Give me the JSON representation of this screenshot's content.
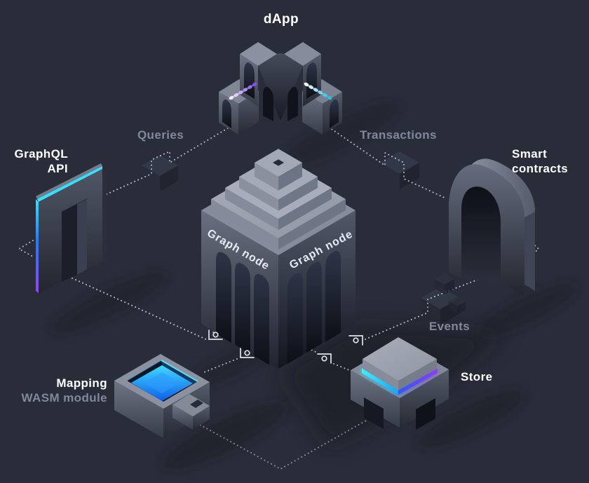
{
  "diagram": {
    "title": "dApp / Graph node architecture diagram"
  },
  "nodes": {
    "dapp": {
      "label": "dApp",
      "dots_left": [
        "#efe9fb",
        "#dccdf8",
        "#c6aef5",
        "#ad8df1",
        "#9670ee",
        "#7e52ea"
      ],
      "dots_right": [
        "#eef9fd",
        "#cfeef8",
        "#a4e1f3",
        "#79d4ed",
        "#4cc9e8",
        "#27bce2"
      ]
    },
    "graphql_api": {
      "label": [
        "GraphQL",
        "API"
      ]
    },
    "smart_contracts": {
      "label": [
        "Smart",
        "contracts"
      ]
    },
    "graph_node": {
      "face_left_label": "Graph node",
      "face_right_label": "Graph node"
    },
    "mapping": {
      "label": "Mapping",
      "sublabel": "WASM module"
    },
    "store": {
      "label": "Store"
    }
  },
  "flows": {
    "queries": {
      "label": "Queries"
    },
    "transactions": {
      "label": "Transactions"
    },
    "events": {
      "label": "Events"
    }
  },
  "icons": {
    "corner_marker": "corner-bracket-with-circle",
    "packet_cube": "isometric-cube",
    "direction_diamond": "dotted-diamond"
  },
  "colors": {
    "background": "#292d39",
    "label_white": "#ffffff",
    "label_gray": "#82889b",
    "node_text": "#e7eaf1",
    "accent_cyan": "#35e1ff",
    "accent_blue": "#1f7bff",
    "accent_purple": "#9443f5",
    "pool_top": "#41d9ff",
    "pool_bottom": "#0d5fe8",
    "band_cyan_a": "#45ecff",
    "band_cyan_b": "#0fa8ff",
    "band_violet_a": "#2b59ff",
    "band_violet_b": "#8b3ff5"
  }
}
